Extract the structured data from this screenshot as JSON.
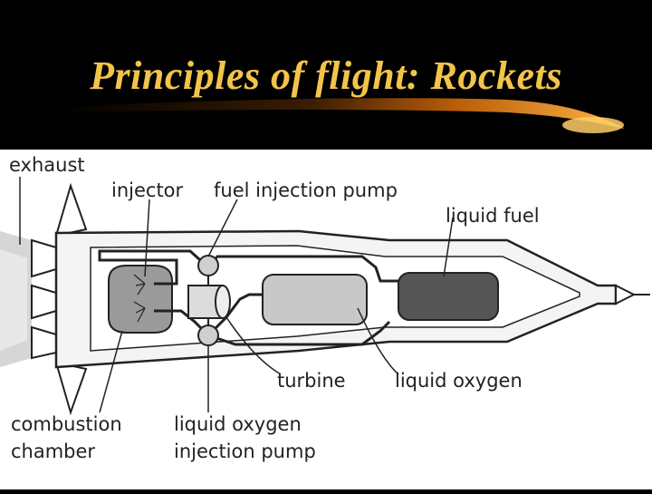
{
  "slide": {
    "title": "Principles of flight: Rockets"
  },
  "labels": {
    "exhaust": "exhaust",
    "injector": "injector",
    "fuel_injection_pump": "fuel injection pump",
    "liquid_fuel": "liquid fuel",
    "turbine": "turbine",
    "liquid_oxygen": "liquid oxygen",
    "combustion_chamber_1": "combustion",
    "combustion_chamber_2": "chamber",
    "lox_pump_1": "liquid oxygen",
    "lox_pump_2": "injection pump"
  },
  "colors": {
    "title": "#F2C44A",
    "swoosh": "#E07A10",
    "background": "#000000"
  }
}
